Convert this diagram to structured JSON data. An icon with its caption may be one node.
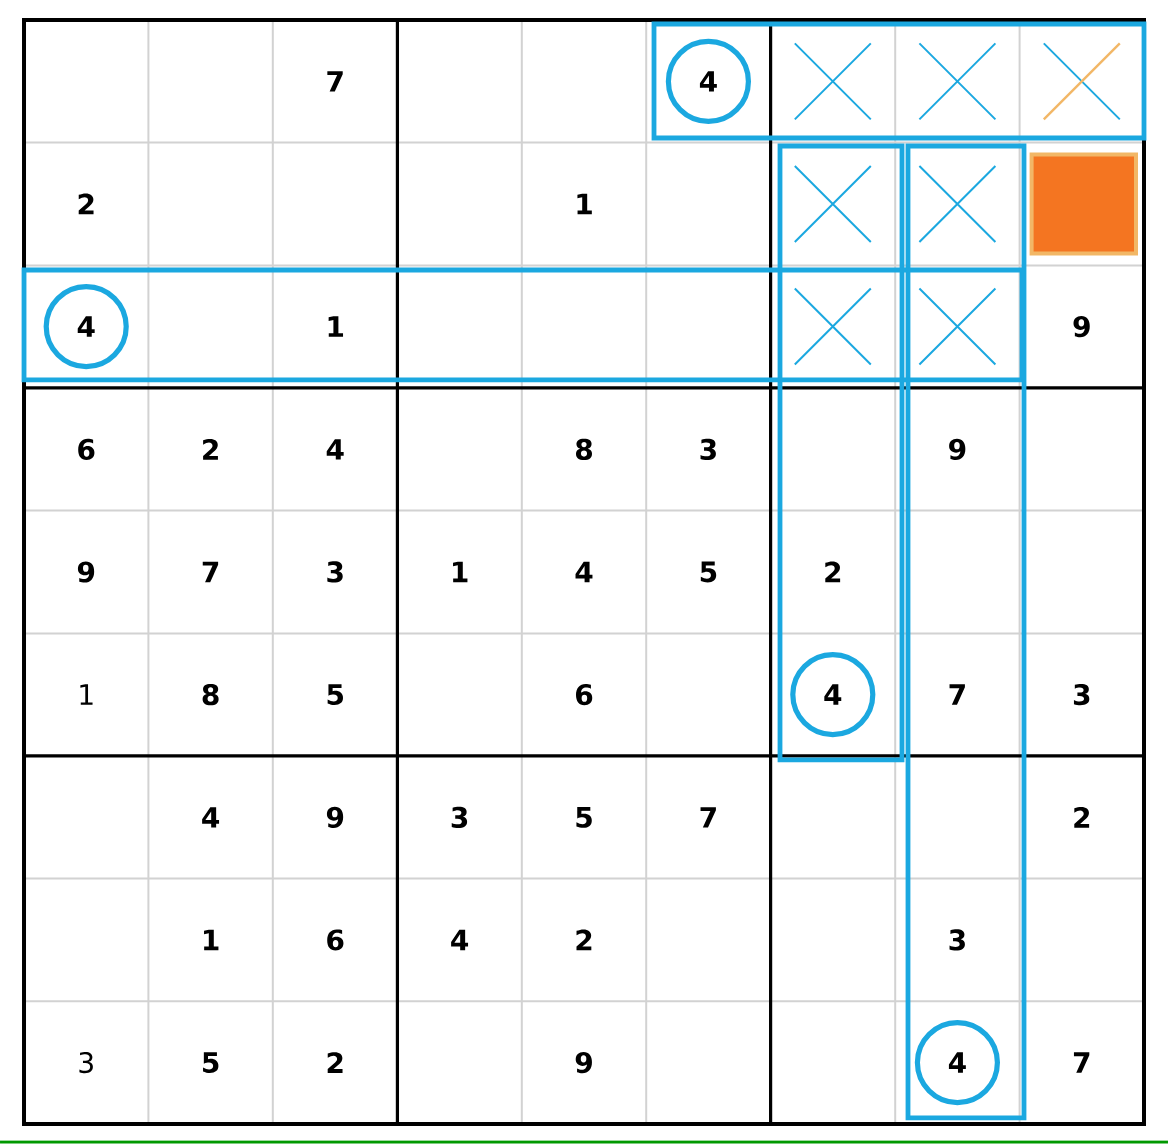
{
  "diagram": {
    "labels": [
      "7",
      "4",
      "2",
      "1",
      "4",
      "1",
      "9",
      "6",
      "2",
      "4",
      "8",
      "3",
      "9",
      "9",
      "7",
      "3",
      "1",
      "4",
      "5",
      "2",
      "1",
      "8",
      "5",
      "6",
      "4",
      "7",
      "3",
      "4",
      "9",
      "3",
      "5",
      "7",
      "2",
      "1",
      "6",
      "4",
      "2",
      "3",
      "3",
      "5",
      "2",
      "9",
      "4",
      "7"
    ]
  }
}
